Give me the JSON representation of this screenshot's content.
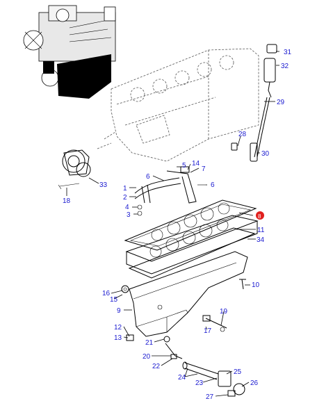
{
  "callouts": {
    "c1": "1",
    "c2": "2",
    "c3": "3",
    "c4": "4",
    "c5": "5",
    "c6a": "6",
    "c6b": "6",
    "c7": "7",
    "c8": "8",
    "c9": "9",
    "c10": "10",
    "c11": "11",
    "c12": "12",
    "c13": "13",
    "c14": "14",
    "c15": "15",
    "c16": "16",
    "c17": "17",
    "c18": "18",
    "c19": "19",
    "c20": "20",
    "c21": "21",
    "c22": "22",
    "c23": "23",
    "c24": "24",
    "c25": "25",
    "c26": "26",
    "c27": "27",
    "c28": "28",
    "c29": "29",
    "c30": "30",
    "c31": "31",
    "c32": "32",
    "c33": "33",
    "c34": "34"
  },
  "colors": {
    "callout_text": "#1a1ad0",
    "highlight_badge": "#e0201e",
    "line": "#000000",
    "engine_block_dash": "#555555"
  }
}
